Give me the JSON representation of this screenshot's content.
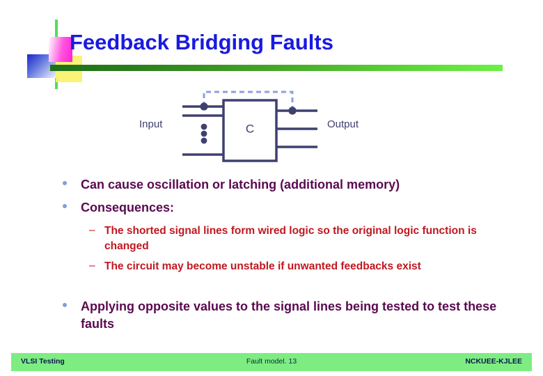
{
  "slide": {
    "title": "Feedback Bridging Faults",
    "title_color": "#1a1ae0",
    "accent_rule_color": "#44a426",
    "background": "#ffffff"
  },
  "diagram": {
    "name": "feedback-bridging-fault-circuit",
    "block_label": "C",
    "input_label": "Input",
    "output_label": "Output",
    "wire_color": "#3e416f",
    "feedback_color": "#8e9fe0",
    "feedback_style": "dashed",
    "input_lines": 3,
    "output_lines": 3,
    "vertical_ellipsis_dots": 3,
    "nodes": [
      {
        "name": "input-tap-node",
        "side": "input"
      },
      {
        "name": "output-tap-node",
        "side": "output"
      }
    ]
  },
  "bullets": [
    {
      "level": 1,
      "marker": "•",
      "text": "Can cause oscillation or latching (additional memory)",
      "color": "#5a0a50"
    },
    {
      "level": 1,
      "marker": "•",
      "text": "Consequences:",
      "color": "#5a0a50"
    },
    {
      "level": 2,
      "marker": "–",
      "text": "The shorted signal lines form wired logic so the original logic function is changed",
      "color": "#c01820"
    },
    {
      "level": 2,
      "marker": "–",
      "text": "The circuit may become unstable if unwanted feedbacks exist",
      "color": "#c01820"
    },
    {
      "level": 1,
      "marker": "•",
      "text": "Applying opposite values to the signal lines being tested to test these faults",
      "color": "#5a0a50"
    }
  ],
  "footer": {
    "left": "VLSI Testing",
    "center": "Fault model. 13",
    "right": "NCKUEE-KJLEE",
    "background": "#7ded82"
  }
}
